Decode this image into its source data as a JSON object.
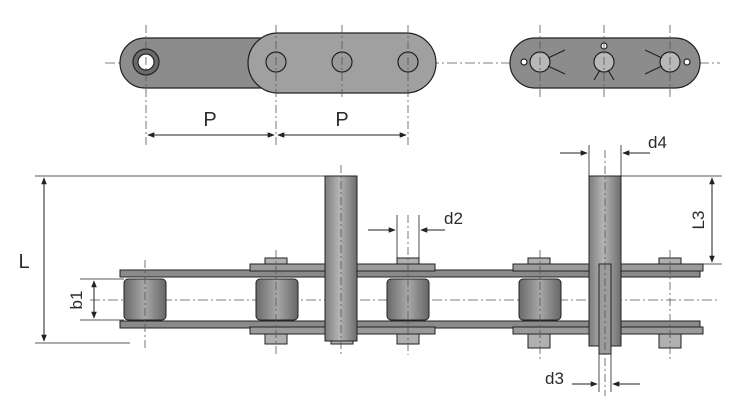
{
  "diagram": {
    "labels": {
      "pitch_left": "P",
      "pitch_right": "P",
      "length": "L",
      "inner_width": "b1",
      "d2": "d2",
      "d3": "d3",
      "d4": "d4",
      "l3": "L3"
    },
    "colors": {
      "plate": "#8a8a8a",
      "plate_dark": "#6a6a6a",
      "pin": "#9a9a9a",
      "roller": "#7c7c7c",
      "line": "#222222",
      "background": "#ffffff"
    }
  }
}
